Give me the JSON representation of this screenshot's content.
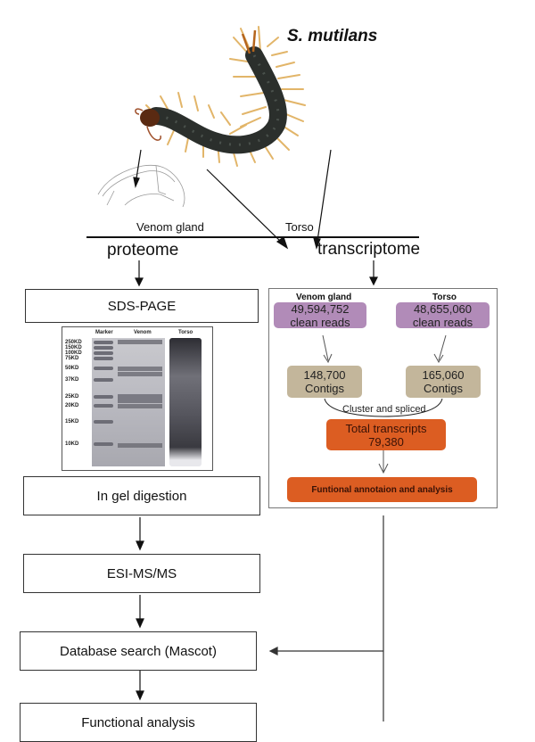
{
  "species_title": "S. mutilans",
  "tissues": {
    "venom_gland": "Venom gland",
    "torso": "Torso"
  },
  "branches": {
    "proteome": "proteome",
    "transcriptome": "transcriptome"
  },
  "proteome_steps": [
    {
      "label": "SDS-PAGE"
    },
    {
      "label": "In gel digestion"
    },
    {
      "label": "ESI-MS/MS"
    },
    {
      "label": "Database search (Mascot)"
    },
    {
      "label": "Functional analysis"
    }
  ],
  "gel": {
    "lanes": [
      "Marker",
      "Venom",
      "Torso"
    ],
    "markers": [
      "250KD",
      "150KD",
      "100KD",
      "75KD",
      "50KD",
      "37KD",
      "25KD",
      "20KD",
      "15KD",
      "10KD"
    ]
  },
  "transcriptome": {
    "venom_gland": {
      "header": "Venom gland",
      "reads_value": "49,594,752",
      "reads_label": "clean reads",
      "contigs_value": "148,700",
      "contigs_label": "Contigs"
    },
    "torso": {
      "header": "Torso",
      "reads_value": "48,655,060",
      "reads_label": "clean reads",
      "contigs_value": "165,060",
      "contigs_label": "Contigs"
    },
    "cluster_label": "Cluster and spliced",
    "total_label": "Total transcripts",
    "total_value": "79,380",
    "annotation_label": "Funtional annotaion and analysis"
  },
  "colors": {
    "reads_box": "#b18bb8",
    "contigs_box": "#c3b69b",
    "transcripts_box": "#dc5d22"
  }
}
